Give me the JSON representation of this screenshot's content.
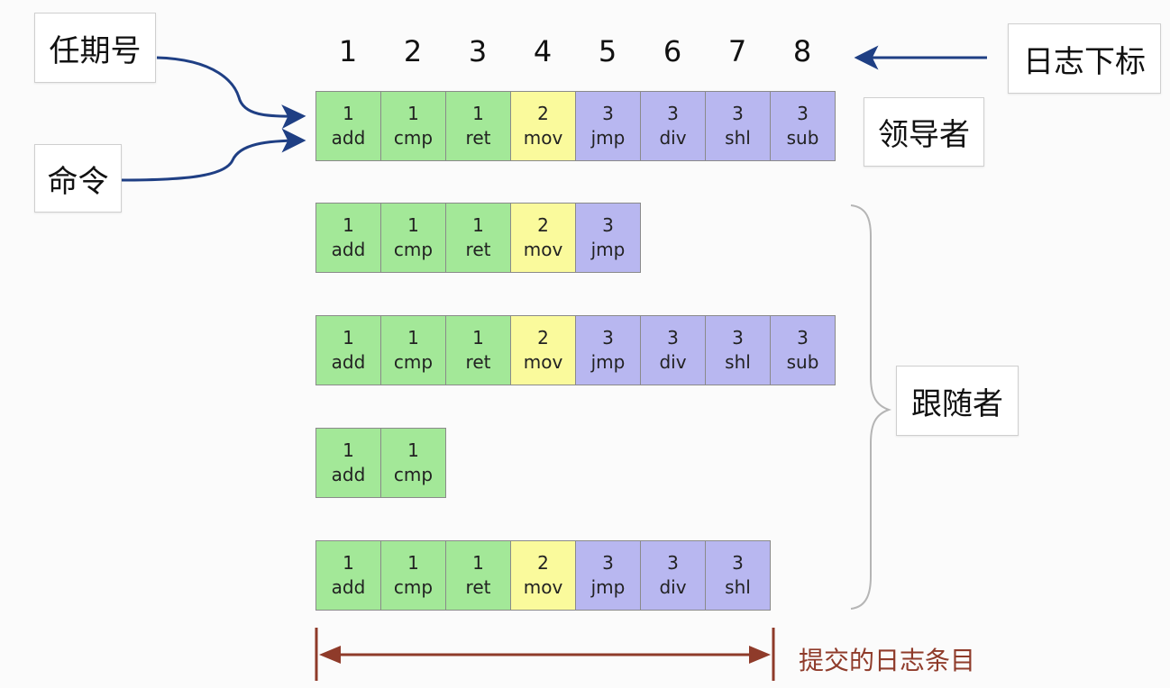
{
  "labels": {
    "term": "任期号",
    "command": "命令",
    "log_index": "日志下标",
    "leader": "领导者",
    "followers": "跟随者",
    "committed": "提交的日志条目"
  },
  "indices": [
    "1",
    "2",
    "3",
    "4",
    "5",
    "6",
    "7",
    "8"
  ],
  "leader_log": [
    {
      "term": "1",
      "cmd": "add"
    },
    {
      "term": "1",
      "cmd": "cmp"
    },
    {
      "term": "1",
      "cmd": "ret"
    },
    {
      "term": "2",
      "cmd": "mov"
    },
    {
      "term": "3",
      "cmd": "jmp"
    },
    {
      "term": "3",
      "cmd": "div"
    },
    {
      "term": "3",
      "cmd": "shl"
    },
    {
      "term": "3",
      "cmd": "sub"
    }
  ],
  "follower_logs": [
    [
      {
        "term": "1",
        "cmd": "add"
      },
      {
        "term": "1",
        "cmd": "cmp"
      },
      {
        "term": "1",
        "cmd": "ret"
      },
      {
        "term": "2",
        "cmd": "mov"
      },
      {
        "term": "3",
        "cmd": "jmp"
      }
    ],
    [
      {
        "term": "1",
        "cmd": "add"
      },
      {
        "term": "1",
        "cmd": "cmp"
      },
      {
        "term": "1",
        "cmd": "ret"
      },
      {
        "term": "2",
        "cmd": "mov"
      },
      {
        "term": "3",
        "cmd": "jmp"
      },
      {
        "term": "3",
        "cmd": "div"
      },
      {
        "term": "3",
        "cmd": "shl"
      },
      {
        "term": "3",
        "cmd": "sub"
      }
    ],
    [
      {
        "term": "1",
        "cmd": "add"
      },
      {
        "term": "1",
        "cmd": "cmp"
      }
    ],
    [
      {
        "term": "1",
        "cmd": "add"
      },
      {
        "term": "1",
        "cmd": "cmp"
      },
      {
        "term": "1",
        "cmd": "ret"
      },
      {
        "term": "2",
        "cmd": "mov"
      },
      {
        "term": "3",
        "cmd": "jmp"
      },
      {
        "term": "3",
        "cmd": "div"
      },
      {
        "term": "3",
        "cmd": "shl"
      }
    ]
  ],
  "colors": {
    "term_1": "#a3e898",
    "term_2": "#fafa9c",
    "term_3": "#b8b7f0",
    "pointer_arrows": "#1f3f84",
    "commit_arrow": "#8f3b2a"
  }
}
